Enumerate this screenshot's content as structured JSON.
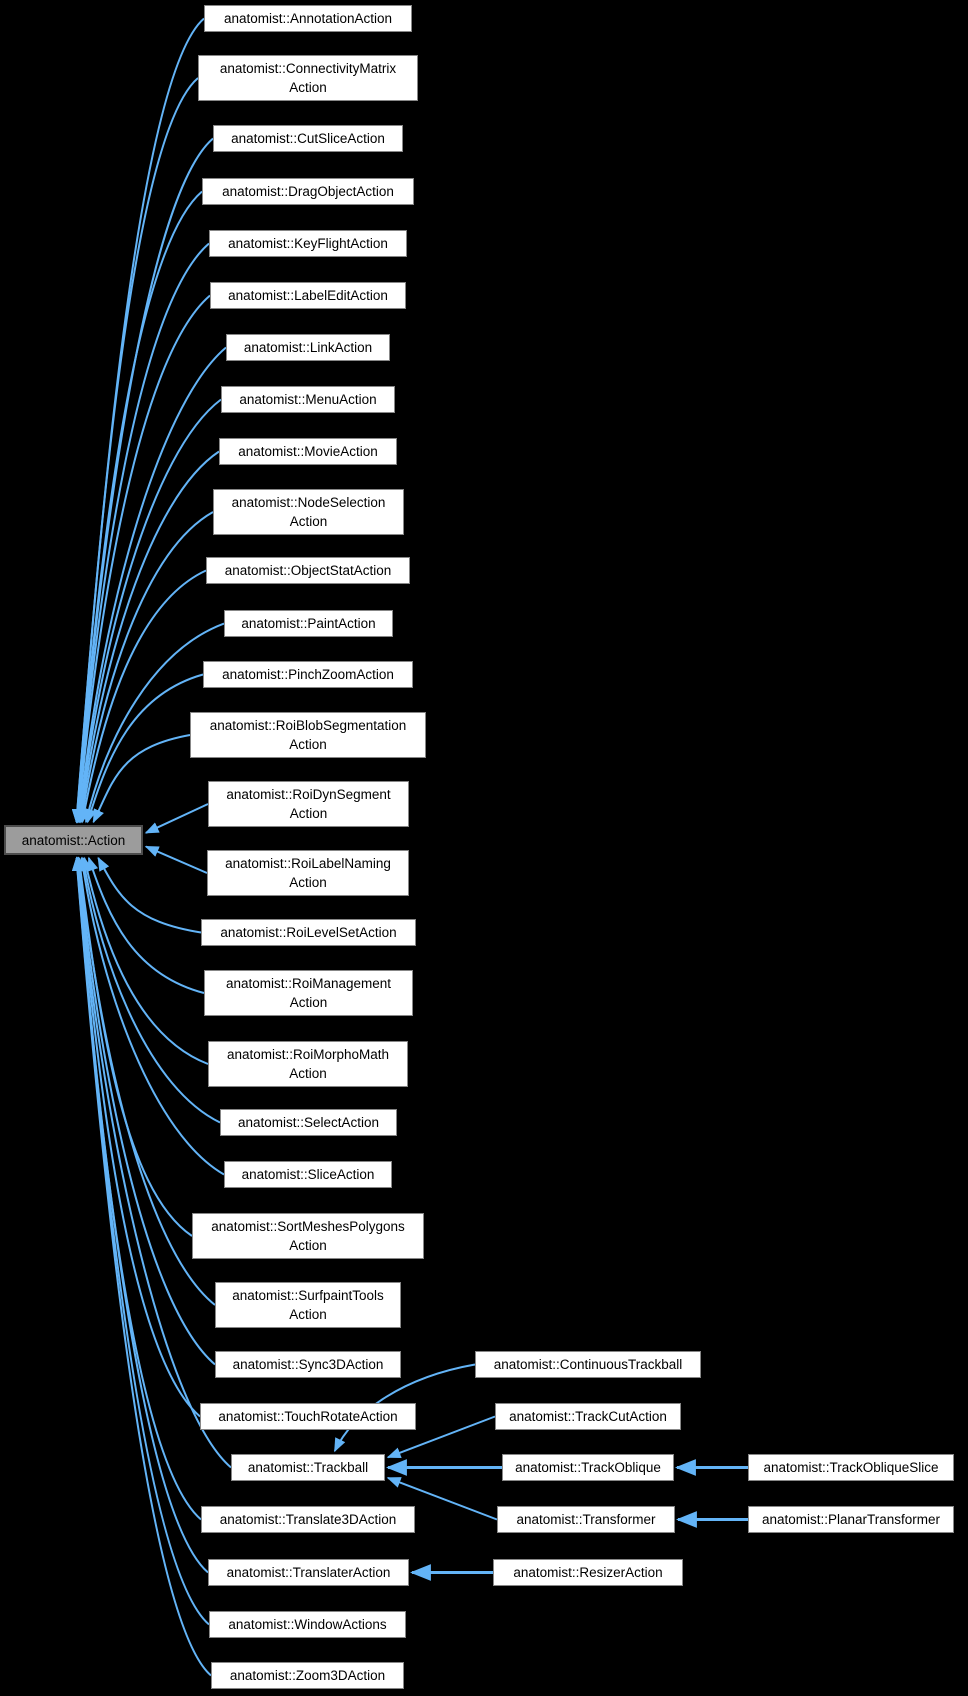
{
  "diagram": {
    "type": "inheritance-graph",
    "base_class": "anatomist::Action",
    "colors": {
      "background": "#000000",
      "edge": "#63b4f7",
      "node_fill": "#ffffff",
      "node_border": "#878787",
      "base_fill": "#9c9c9c",
      "base_border": "#4c4c4c",
      "text": "#000000"
    },
    "nodes": [
      {
        "id": "AnnotationAction",
        "label": "anatomist::AnnotationAction"
      },
      {
        "id": "ConnectivityMatrixAction",
        "label": "anatomist::ConnectivityMatrix\nAction"
      },
      {
        "id": "CutSliceAction",
        "label": "anatomist::CutSliceAction"
      },
      {
        "id": "DragObjectAction",
        "label": "anatomist::DragObjectAction"
      },
      {
        "id": "KeyFlightAction",
        "label": "anatomist::KeyFlightAction"
      },
      {
        "id": "LabelEditAction",
        "label": "anatomist::LabelEditAction"
      },
      {
        "id": "LinkAction",
        "label": "anatomist::LinkAction"
      },
      {
        "id": "MenuAction",
        "label": "anatomist::MenuAction"
      },
      {
        "id": "MovieAction",
        "label": "anatomist::MovieAction"
      },
      {
        "id": "NodeSelectionAction",
        "label": "anatomist::NodeSelection\nAction"
      },
      {
        "id": "ObjectStatAction",
        "label": "anatomist::ObjectStatAction"
      },
      {
        "id": "PaintAction",
        "label": "anatomist::PaintAction"
      },
      {
        "id": "PinchZoomAction",
        "label": "anatomist::PinchZoomAction"
      },
      {
        "id": "RoiBlobSegmentationAction",
        "label": "anatomist::RoiBlobSegmentation\nAction"
      },
      {
        "id": "RoiDynSegmentAction",
        "label": "anatomist::RoiDynSegment\nAction"
      },
      {
        "id": "RoiLabelNamingAction",
        "label": "anatomist::RoiLabelNaming\nAction"
      },
      {
        "id": "RoiLevelSetAction",
        "label": "anatomist::RoiLevelSetAction"
      },
      {
        "id": "RoiManagementAction",
        "label": "anatomist::RoiManagement\nAction"
      },
      {
        "id": "RoiMorphoMathAction",
        "label": "anatomist::RoiMorphoMath\nAction"
      },
      {
        "id": "SelectAction",
        "label": "anatomist::SelectAction"
      },
      {
        "id": "SliceAction",
        "label": "anatomist::SliceAction"
      },
      {
        "id": "SortMeshesPolygonsAction",
        "label": "anatomist::SortMeshesPolygons\nAction"
      },
      {
        "id": "SurfpaintToolsAction",
        "label": "anatomist::SurfpaintTools\nAction"
      },
      {
        "id": "Sync3DAction",
        "label": "anatomist::Sync3DAction"
      },
      {
        "id": "TouchRotateAction",
        "label": "anatomist::TouchRotateAction"
      },
      {
        "id": "Trackball",
        "label": "anatomist::Trackball"
      },
      {
        "id": "Translate3DAction",
        "label": "anatomist::Translate3DAction"
      },
      {
        "id": "TranslaterAction",
        "label": "anatomist::TranslaterAction"
      },
      {
        "id": "WindowActions",
        "label": "anatomist::WindowActions"
      },
      {
        "id": "Zoom3DAction",
        "label": "anatomist::Zoom3DAction"
      },
      {
        "id": "ContinuousTrackball",
        "label": "anatomist::ContinuousTrackball"
      },
      {
        "id": "TrackCutAction",
        "label": "anatomist::TrackCutAction"
      },
      {
        "id": "TrackOblique",
        "label": "anatomist::TrackOblique"
      },
      {
        "id": "Transformer",
        "label": "anatomist::Transformer"
      },
      {
        "id": "ResizerAction",
        "label": "anatomist::ResizerAction"
      },
      {
        "id": "TrackObliqueSlice",
        "label": "anatomist::TrackObliqueSlice"
      },
      {
        "id": "PlanarTransformer",
        "label": "anatomist::PlanarTransformer"
      },
      {
        "id": "Action",
        "label": "anatomist::Action"
      }
    ],
    "edges": [
      {
        "from": "AnnotationAction",
        "to": "Action"
      },
      {
        "from": "ConnectivityMatrixAction",
        "to": "Action"
      },
      {
        "from": "CutSliceAction",
        "to": "Action"
      },
      {
        "from": "DragObjectAction",
        "to": "Action"
      },
      {
        "from": "KeyFlightAction",
        "to": "Action"
      },
      {
        "from": "LabelEditAction",
        "to": "Action"
      },
      {
        "from": "LinkAction",
        "to": "Action"
      },
      {
        "from": "MenuAction",
        "to": "Action"
      },
      {
        "from": "MovieAction",
        "to": "Action"
      },
      {
        "from": "NodeSelectionAction",
        "to": "Action"
      },
      {
        "from": "ObjectStatAction",
        "to": "Action"
      },
      {
        "from": "PaintAction",
        "to": "Action"
      },
      {
        "from": "PinchZoomAction",
        "to": "Action"
      },
      {
        "from": "RoiBlobSegmentationAction",
        "to": "Action"
      },
      {
        "from": "RoiDynSegmentAction",
        "to": "Action"
      },
      {
        "from": "RoiLabelNamingAction",
        "to": "Action"
      },
      {
        "from": "RoiLevelSetAction",
        "to": "Action"
      },
      {
        "from": "RoiManagementAction",
        "to": "Action"
      },
      {
        "from": "RoiMorphoMathAction",
        "to": "Action"
      },
      {
        "from": "SelectAction",
        "to": "Action"
      },
      {
        "from": "SliceAction",
        "to": "Action"
      },
      {
        "from": "SortMeshesPolygonsAction",
        "to": "Action"
      },
      {
        "from": "SurfpaintToolsAction",
        "to": "Action"
      },
      {
        "from": "Sync3DAction",
        "to": "Action"
      },
      {
        "from": "TouchRotateAction",
        "to": "Action"
      },
      {
        "from": "Trackball",
        "to": "Action"
      },
      {
        "from": "Translate3DAction",
        "to": "Action"
      },
      {
        "from": "TranslaterAction",
        "to": "Action"
      },
      {
        "from": "WindowActions",
        "to": "Action"
      },
      {
        "from": "Zoom3DAction",
        "to": "Action"
      },
      {
        "from": "ContinuousTrackball",
        "to": "Trackball"
      },
      {
        "from": "TrackCutAction",
        "to": "Trackball"
      },
      {
        "from": "TrackOblique",
        "to": "Trackball"
      },
      {
        "from": "Transformer",
        "to": "Trackball"
      },
      {
        "from": "TrackObliqueSlice",
        "to": "TrackOblique"
      },
      {
        "from": "PlanarTransformer",
        "to": "Transformer"
      },
      {
        "from": "ResizerAction",
        "to": "TranslaterAction"
      }
    ]
  }
}
